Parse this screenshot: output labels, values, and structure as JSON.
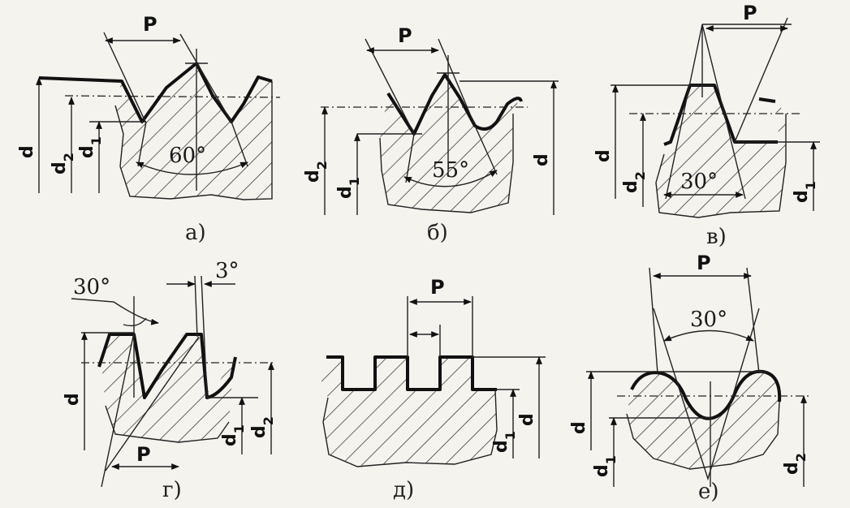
{
  "colors": {
    "ink": "#111111",
    "paper": "#f4f3ee",
    "hatch": "#333333"
  },
  "figures": [
    {
      "id": "a",
      "caption": "а)",
      "pitch": "P",
      "angle": "60°",
      "dims": [
        "d",
        "d2",
        "d1"
      ]
    },
    {
      "id": "b",
      "caption": "б)",
      "pitch": "P",
      "angle": "55°",
      "dims": [
        "d2",
        "d1",
        "d"
      ]
    },
    {
      "id": "v",
      "caption": "в)",
      "pitch": "P",
      "angle": "30°",
      "dims": [
        "d",
        "d2",
        "d1"
      ]
    },
    {
      "id": "g",
      "caption": "г)",
      "pitch": "P",
      "angle_main": "30°",
      "angle_small": "3°",
      "dims": [
        "d",
        "d1",
        "d2"
      ]
    },
    {
      "id": "d",
      "caption": "д)",
      "pitch": "P",
      "dims": [
        "d1",
        "d"
      ]
    },
    {
      "id": "e",
      "caption": "е)",
      "pitch": "P",
      "angle": "30°",
      "dims": [
        "d",
        "d1",
        "d2"
      ]
    }
  ]
}
